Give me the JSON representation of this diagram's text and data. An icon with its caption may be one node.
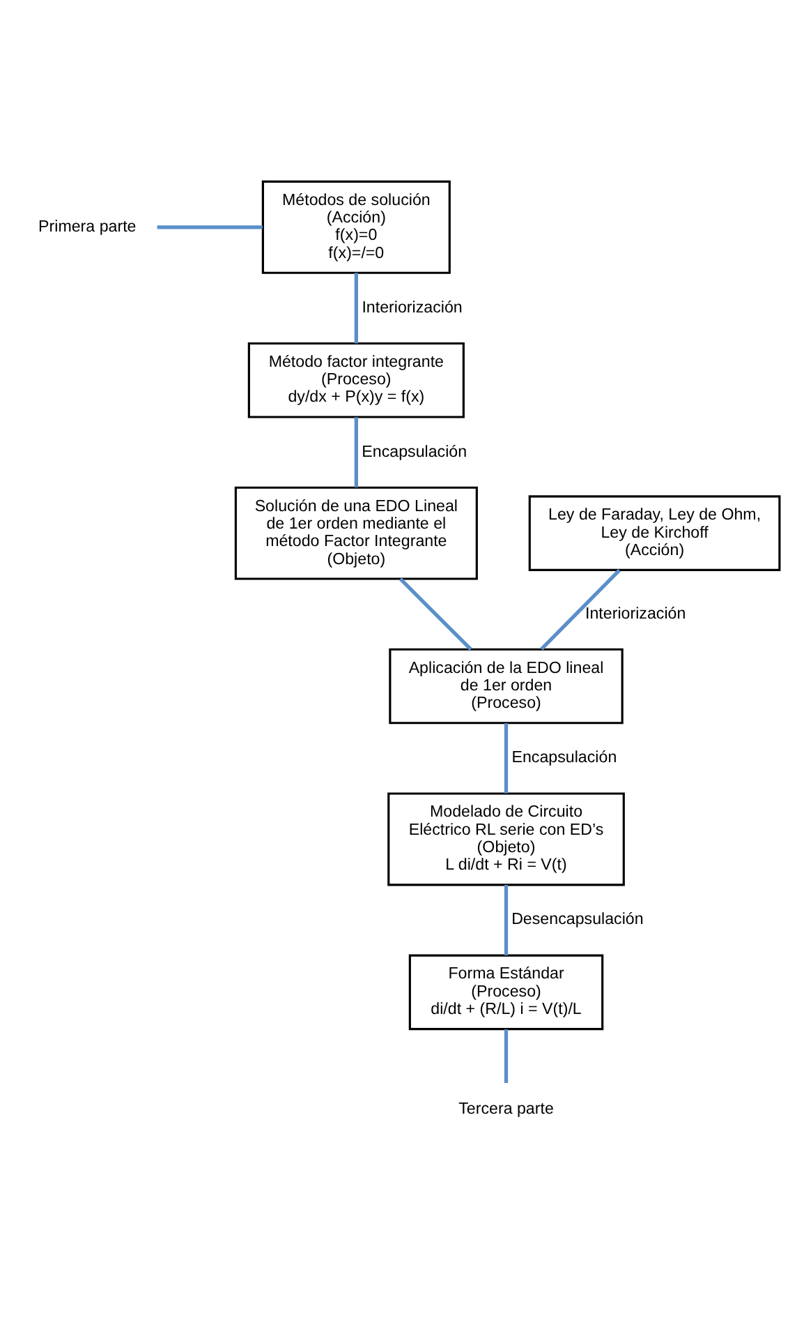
{
  "diagram": {
    "nodes": [
      {
        "text": [
          "Primera parte"
        ]
      },
      {
        "text": [
          "Métodos de solución",
          "(Acción)",
          "f(x)=0",
          "f(x)=/=0"
        ]
      },
      {
        "text": [
          "Método factor integrante",
          "(Proceso)",
          "dy/dx + P(x)y = f(x)"
        ]
      },
      {
        "text": [
          "Ley de Faraday, Ley de Ohm, Ley de Kirchoff",
          "(Acción)"
        ]
      },
      {
        "text": [
          "Solución de una EDO Lineal de 1er orden mediante el método Factor Integrante",
          "(Objeto)"
        ]
      },
      {
        "text": [
          "Aplicación de la EDO lineal de 1er orden",
          "(Proceso)"
        ]
      },
      {
        "text": [
          "Modelado de Circuito Eléctrico RL serie con ED’s",
          "(Objeto)",
          "L di/dt + Ri = V(t)"
        ]
      },
      {
        "text": [
          "Forma Estándar",
          "(Proceso)",
          "di/dt + (R/L) i = V(t)/L"
        ]
      },
      {
        "text": [
          "Tercera parte"
        ]
      }
    ],
    "edges": [
      {
        "from": 0,
        "to": 1,
        "arrow": "none"
      },
      {
        "from": 1,
        "to": 2,
        "arrow": "none",
        "label": "Interiorización"
      },
      {
        "from": 2,
        "to": 4,
        "arrow": "none",
        "label": "Encapsulación"
      },
      {
        "from": 3,
        "to": 5,
        "arrow": "none",
        "label": "Interiorización"
      },
      {
        "from": 4,
        "to": 5,
        "arrow": "none"
      },
      {
        "from": 5,
        "to": 6,
        "arrow": "none",
        "label": "Encapsulación"
      },
      {
        "from": 6,
        "to": 7,
        "arrow": "none",
        "label": "Desencapsulación"
      },
      {
        "from": 7,
        "to": 8,
        "arrow": "none"
      }
    ]
  }
}
